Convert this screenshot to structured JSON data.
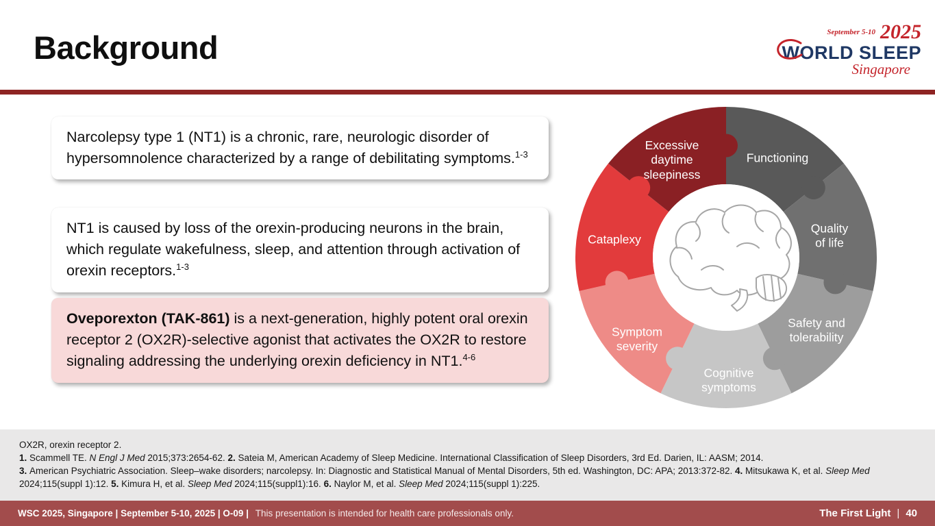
{
  "slide": {
    "title": "Background"
  },
  "logo": {
    "dates": "September 5-10",
    "year": "2025",
    "name": "WORLD SLEEP",
    "location": "Singapore",
    "brand_navy": "#1F3864",
    "brand_red": "#C4242B"
  },
  "content": {
    "boxes": [
      {
        "text": "Narcolepsy type 1 (NT1) is a chronic, rare, neurologic disorder of hypersomnolence characterized by a range of debilitating symptoms.",
        "sup": "1-3"
      },
      {
        "text": "NT1 is caused by loss of the orexin-producing neurons in the brain, which regulate wakefulness, sleep, and attention through activation of orexin receptors.",
        "sup": "1-3"
      },
      {
        "lead": "Oveporexton (TAK-861)",
        "text": " is a next-generation, highly potent oral orexin receptor 2 (OX2R)-selective agonist that activates the OX2R to restore signaling addressing the underlying orexin deficiency in NT1.",
        "sup": "4-6",
        "highlight": "#F8D9D9"
      }
    ]
  },
  "diagram": {
    "segments": [
      {
        "label": "Functioning",
        "color": "#595959"
      },
      {
        "label": "Quality\nof life",
        "color": "#707070"
      },
      {
        "label": "Safety and\ntolerability",
        "color": "#9D9D9D"
      },
      {
        "label": "Cognitive\nsymptoms",
        "color": "#C6C6C6"
      },
      {
        "label": "Symptom\nseverity",
        "color": "#EE8B87"
      },
      {
        "label": "Cataplexy",
        "color": "#E23B3C"
      },
      {
        "label": "Excessive\ndaytime\nsleepiness",
        "color": "#8A2024"
      }
    ]
  },
  "references": {
    "abbrev": "OX2R, orexin receptor 2.",
    "line1": [
      {
        "t": "1. ",
        "b": true
      },
      {
        "t": "Scammell TE. "
      },
      {
        "t": "N Engl J Med",
        "i": true
      },
      {
        "t": " 2015;373:2654-62. "
      },
      {
        "t": "2. ",
        "b": true
      },
      {
        "t": "Sateia M, American Academy of Sleep Medicine. International Classification of Sleep Disorders, 3rd Ed. Darien, IL: AASM; 2014."
      }
    ],
    "line2": [
      {
        "t": "3. ",
        "b": true
      },
      {
        "t": "American Psychiatric Association. Sleep–wake disorders; narcolepsy. In: Diagnostic and Statistical Manual of Mental Disorders, 5th ed. Washington, DC: APA; 2013:372-82. "
      },
      {
        "t": "4. ",
        "b": true
      },
      {
        "t": "Mitsukawa K, et al. "
      },
      {
        "t": "Sleep Med",
        "i": true
      },
      {
        "t": " 2024;115(suppl 1):12. "
      },
      {
        "t": "5. ",
        "b": true
      },
      {
        "t": "Kimura H, et al. "
      },
      {
        "t": "Sleep Med",
        "i": true
      },
      {
        "t": " 2024;115(suppl1):16. "
      },
      {
        "t": "6. ",
        "b": true
      },
      {
        "t": "Naylor M, et al. "
      },
      {
        "t": "Sleep Med",
        "i": true
      },
      {
        "t": " 2024;115(suppl 1):225."
      }
    ]
  },
  "footer": {
    "left_main": "WSC 2025, Singapore  |  September 5-10, 2025  |  O-09  |",
    "left_note": "This presentation is intended for health care professionals only.",
    "right_title": "The First Light",
    "separator": "|",
    "page": "40"
  },
  "colors": {
    "divider_red": "#8E2423",
    "bar_red": "#A24C4C",
    "footer_gray": "#E9E8E8",
    "highlight_pink": "#F8D9D9"
  }
}
